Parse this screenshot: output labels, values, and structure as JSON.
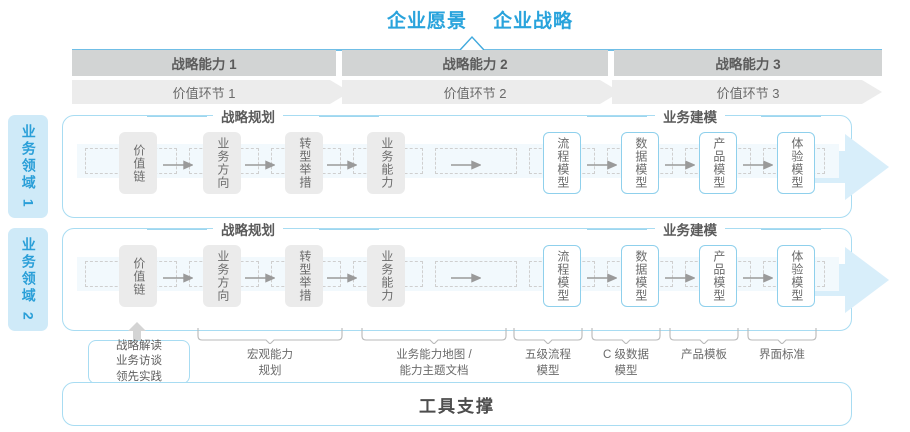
{
  "header": {
    "titles": [
      "企业愿景",
      "企业战略"
    ],
    "accent_color": "#29a3dc"
  },
  "capabilities": [
    {
      "label": "战略能力 1"
    },
    {
      "label": "战略能力 2"
    },
    {
      "label": "战略能力 3"
    }
  ],
  "value_links": [
    {
      "label": "价值环节 1"
    },
    {
      "label": "价值环节 2"
    },
    {
      "label": "价值环节 3"
    }
  ],
  "domains": [
    {
      "label": "业务领域 1"
    },
    {
      "label": "业务领域 2"
    }
  ],
  "section_titles": {
    "left": "战略规划",
    "right": "业务建模"
  },
  "nodes": {
    "planning": [
      "价值链",
      "业务方向",
      "转型举措",
      "业务能力"
    ],
    "modeling": [
      "流程模型",
      "数据模型",
      "产品模型",
      "体验模型"
    ]
  },
  "footer": {
    "tool_box": [
      "战略解读",
      "业务访谈",
      "领先实践"
    ],
    "labels": [
      {
        "line1": "宏观能力",
        "line2": "规划"
      },
      {
        "line1": "业务能力地图 /",
        "line2": "能力主题文档"
      },
      {
        "line1": "五级流程",
        "line2": "模型"
      },
      {
        "line1": "C 级数据",
        "line2": "模型"
      },
      {
        "line1": "产品模板",
        "line2": ""
      },
      {
        "line1": "界面标准",
        "line2": ""
      }
    ],
    "tool_support": "工具支撑"
  },
  "colors": {
    "band_gray_dark": "#d2d4d4",
    "band_gray_light": "#ececec",
    "node_gray": "#ebebeb",
    "node_blue_border": "#8fd0ec",
    "container_border": "#a8dcf2",
    "side_label_bg": "#cfeaf8",
    "track_bg": "#f2f9fd"
  }
}
